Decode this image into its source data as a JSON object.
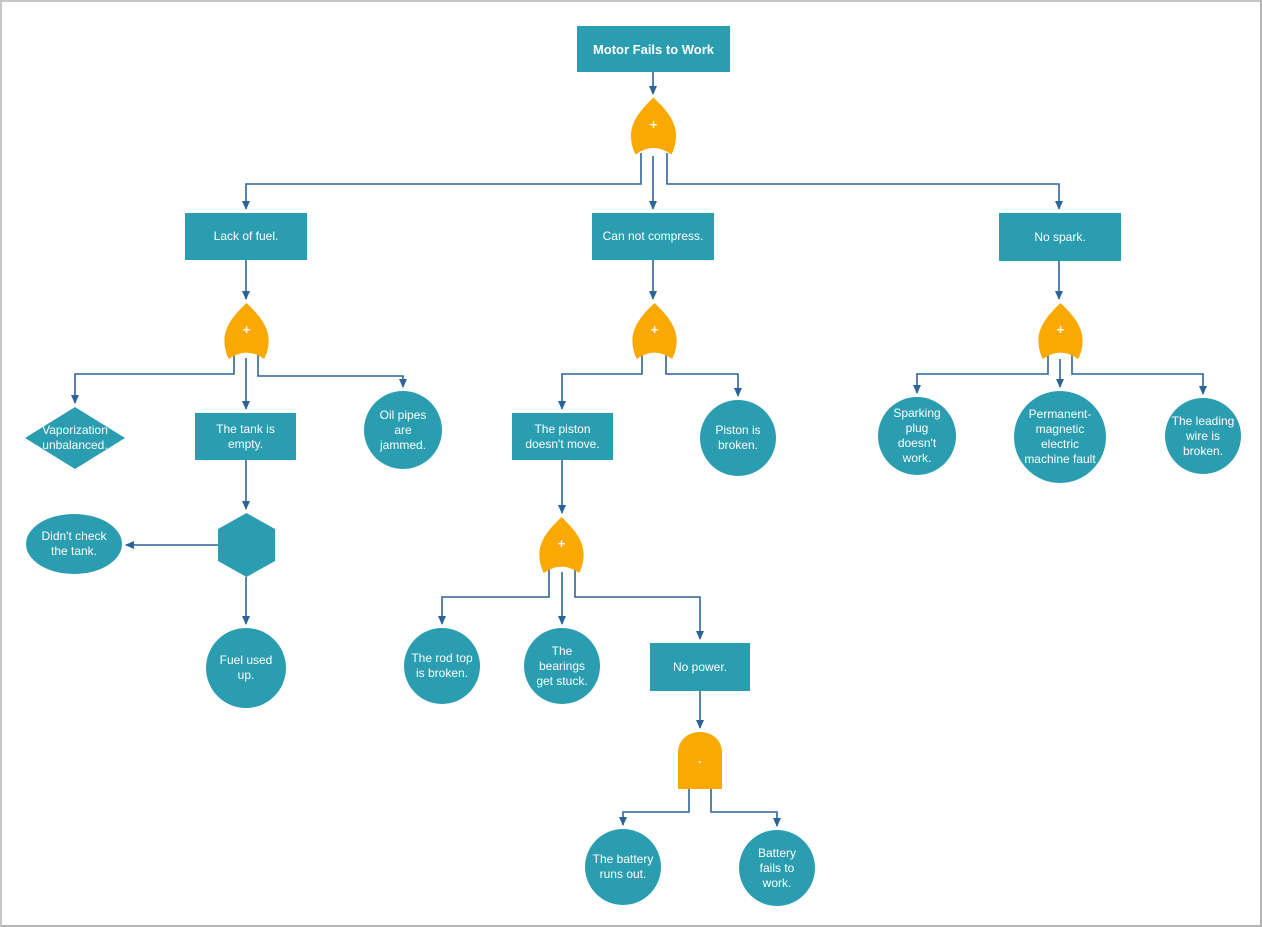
{
  "diagram": {
    "colors": {
      "shape_fill": "#2a9db1",
      "gate_fill": "#faa902",
      "connector": "#2d6497",
      "label_text": "#ffffff",
      "canvas_background": "#ffffff",
      "frame_border": "#c6c6c6"
    },
    "nodes": {
      "root": {
        "label": "Motor Fails to Work",
        "shape": "rectangle"
      },
      "lack_of_fuel": {
        "label": "Lack of fuel.",
        "shape": "rectangle"
      },
      "can_not_compress": {
        "label": "Can not compress.",
        "shape": "rectangle"
      },
      "no_spark": {
        "label": "No spark.",
        "shape": "rectangle"
      },
      "vaporization_unbalanced": {
        "label": "Vaporization unbalanced.",
        "shape": "diamond"
      },
      "tank_empty": {
        "label": "The tank is empty.",
        "shape": "rectangle"
      },
      "oil_pipes_jammed": {
        "label": "Oil pipes are jammed.",
        "shape": "circle"
      },
      "didnt_check_tank": {
        "label": "Didn't check the tank.",
        "shape": "ellipse"
      },
      "transfer_hexagon": {
        "label": "",
        "shape": "hexagon"
      },
      "fuel_used_up": {
        "label": "Fuel used up.",
        "shape": "circle"
      },
      "piston_doesnt_move": {
        "label": "The piston doesn't move.",
        "shape": "rectangle"
      },
      "piston_broken": {
        "label": "Piston is broken.",
        "shape": "circle"
      },
      "rod_top_broken": {
        "label": "The rod top is broken.",
        "shape": "circle"
      },
      "bearings_stuck": {
        "label": "The bearings get stuck.",
        "shape": "circle"
      },
      "no_power": {
        "label": "No power.",
        "shape": "rectangle"
      },
      "battery_runs_out": {
        "label": "The battery runs out.",
        "shape": "circle"
      },
      "battery_fails": {
        "label": "Battery fails to work.",
        "shape": "circle"
      },
      "sparking_plug": {
        "label": "Sparking plug doesn't work.",
        "shape": "circle"
      },
      "permanent_magnetic": {
        "label": "Permanent-magnetic electric machine fault",
        "shape": "circle"
      },
      "leading_wire_broken": {
        "label": "The leading wire is broken.",
        "shape": "circle"
      }
    },
    "gates": {
      "root_or": {
        "type": "OR",
        "symbol": "+"
      },
      "fuel_or": {
        "type": "OR",
        "symbol": "+"
      },
      "compress_or": {
        "type": "OR",
        "symbol": "+"
      },
      "spark_or": {
        "type": "OR",
        "symbol": "+"
      },
      "piston_or": {
        "type": "OR",
        "symbol": "+"
      },
      "power_and": {
        "type": "AND",
        "symbol": "·"
      }
    }
  }
}
